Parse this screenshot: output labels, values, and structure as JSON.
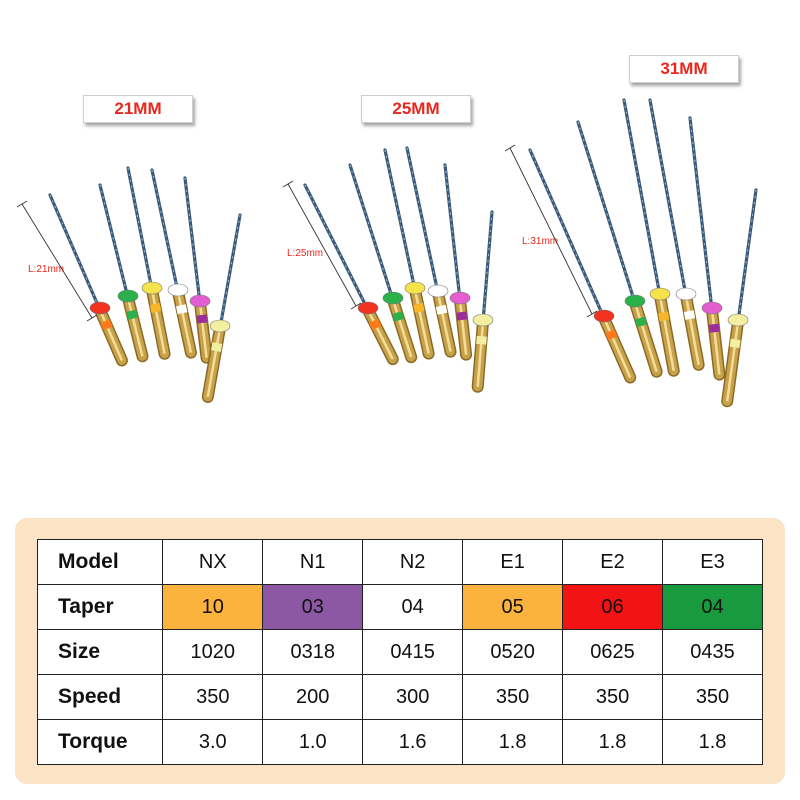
{
  "length_labels": {
    "group1": "21MM",
    "group2": "25MM",
    "group3": "31MM"
  },
  "dimension_labels": {
    "group1": "L:21mm",
    "group2": "L:25mm",
    "group3": "L:31mm"
  },
  "colors": {
    "label_text": "#e8281e",
    "panel_background": "#fbe3c6",
    "orange": "#fbb33d",
    "purple": "#8c58a4",
    "red": "#f21414",
    "green": "#1a9a3e",
    "gold_shank": "#c8a24a",
    "blade": "#3b5a78"
  },
  "table": {
    "headers": [
      "Model",
      "Taper",
      "Size",
      "Speed",
      "Torque"
    ],
    "models": [
      "NX",
      "N1",
      "N2",
      "E1",
      "E2",
      "E3"
    ],
    "taper": [
      "10",
      "03",
      "04",
      "05",
      "06",
      "04"
    ],
    "taper_colors": [
      "#fbb33d",
      "#8c58a4",
      "#ffffff",
      "#fbb33d",
      "#f21414",
      "#1a9a3e"
    ],
    "size": [
      "1020",
      "0318",
      "0415",
      "0520",
      "0625",
      "0435"
    ],
    "speed": [
      "350",
      "200",
      "300",
      "350",
      "350",
      "350"
    ],
    "torque": [
      "3.0",
      "1.0",
      "1.6",
      "1.8",
      "1.8",
      "1.8"
    ]
  }
}
